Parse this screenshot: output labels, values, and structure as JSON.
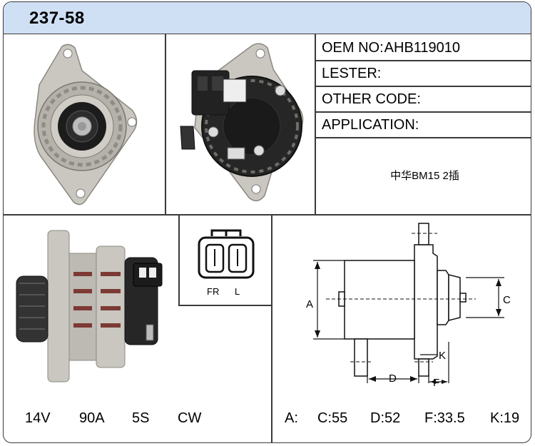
{
  "title": "237-58",
  "fields": {
    "oem_label": "OEM NO:",
    "oem_value": "AHB119010",
    "lester_label": "LESTER:",
    "lester_value": "",
    "other_label": "OTHER CODE:",
    "other_value": "",
    "application_label": "APPLICATION:",
    "application_value": "中华BM15 2插"
  },
  "connector": {
    "label_fr": "FR",
    "label_l": "L"
  },
  "specs": {
    "voltage": "14V",
    "current": "90A",
    "pulley": "5S",
    "rotation": "CW"
  },
  "dimensions": {
    "labels": {
      "a": "A",
      "c": "C",
      "d": "D",
      "f": "F",
      "k": "K"
    },
    "a": "A:",
    "c": "C:55",
    "d": "D:52",
    "f": "F:33.5",
    "k": "K:19"
  },
  "colors": {
    "header_bg": "#cfe0f5",
    "border": "#3a3a3a",
    "metal": "#c9c7c0",
    "dark": "#1c1c1c"
  }
}
